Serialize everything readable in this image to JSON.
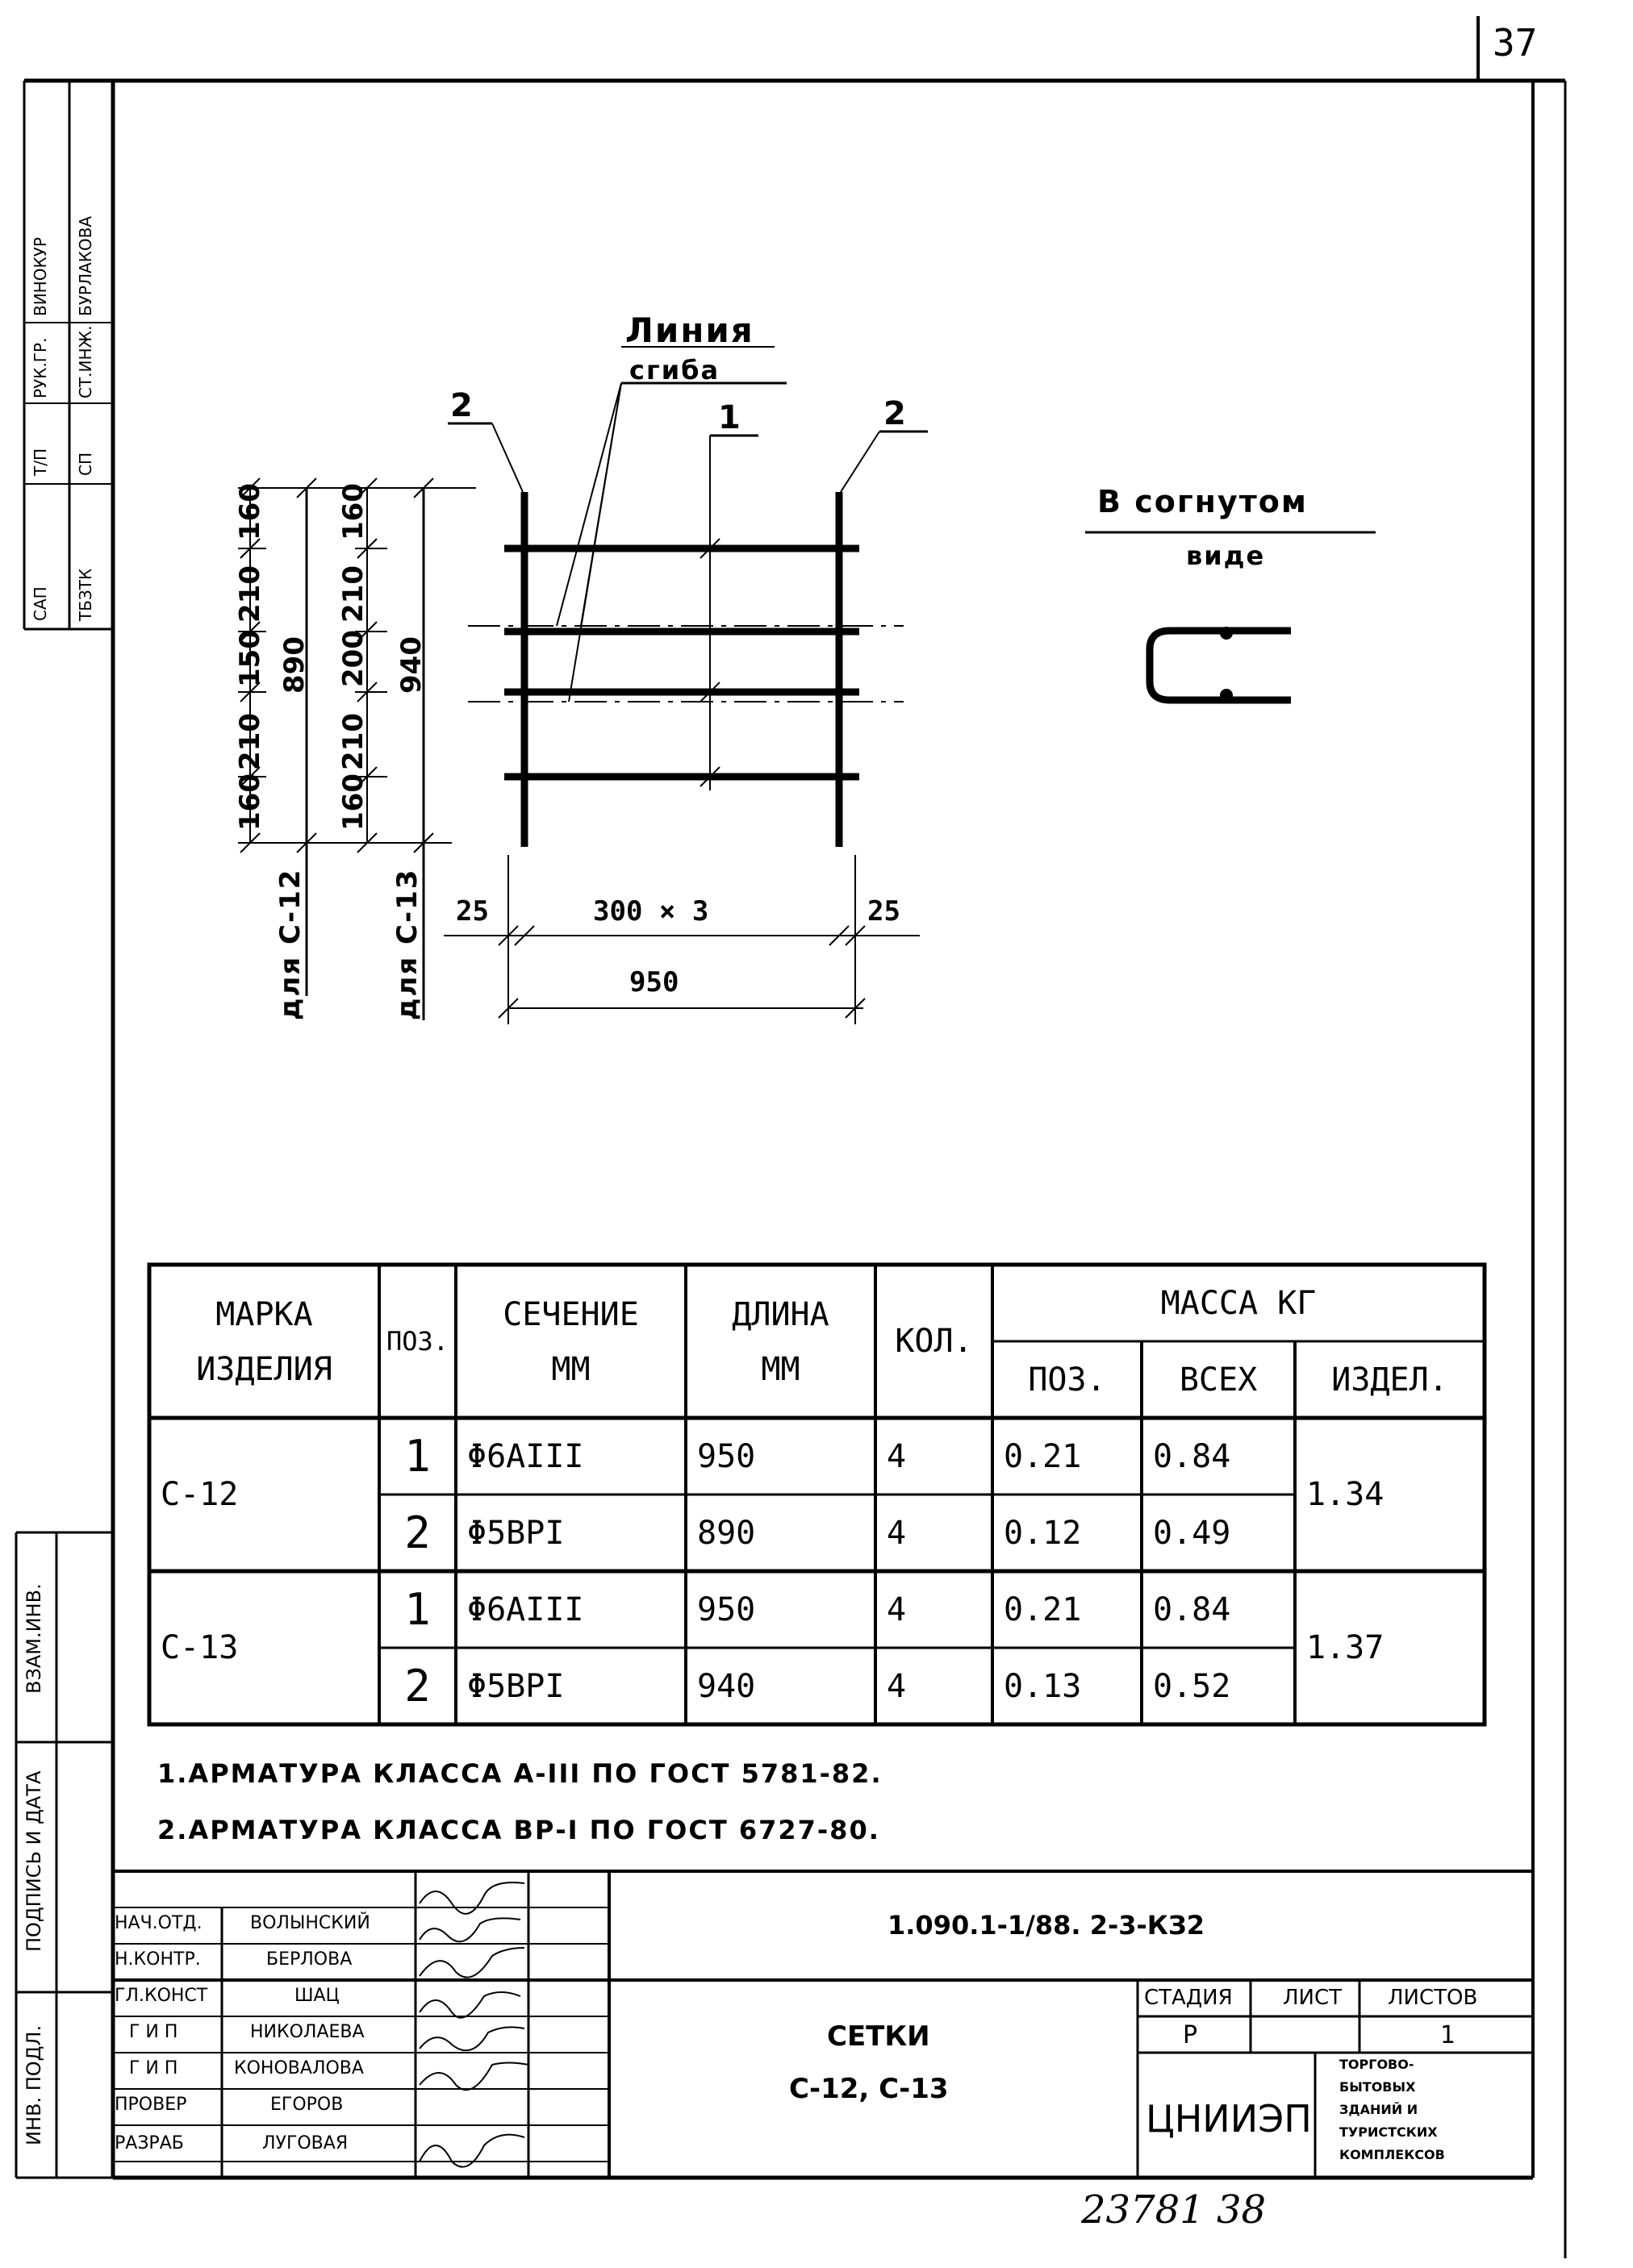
{
  "page": {
    "number": "37",
    "bottom_stamp": "23781  38"
  },
  "side_stamp": {
    "row1": [
      "САП",
      "Т/П",
      "РУК.ГР.",
      "ВИНОКУР"
    ],
    "row2": [
      "ТБЗТК",
      "СП",
      "СТ.ИНЖ.",
      "БУРЛАКОВА"
    ]
  },
  "side_labels": [
    "ВЗАМ.ИНВ.",
    "ПОДПИСЬ И ДАТА",
    "ИНВ. ПОДЛ."
  ],
  "drawing": {
    "bend_line_label": [
      "Линия",
      "сгиба"
    ],
    "bent_view_label": [
      "В согнутом",
      "виде"
    ],
    "pos_label_1": "1",
    "pos_label_2a": "2",
    "pos_label_2b": "2",
    "dims_c12": [
      "160",
      "210",
      "150",
      "210",
      "160"
    ],
    "dims_c13": [
      "160",
      "210",
      "200",
      "210",
      "160"
    ],
    "total_c12": "890",
    "total_c13": "940",
    "for_c12": "для С-12",
    "for_c13": "для С-13",
    "dim_left": "25",
    "dim_mid": "300 × 3",
    "dim_right": "25",
    "dim_total": "950"
  },
  "table": {
    "headers": {
      "mark": [
        "МАРКА",
        "ИЗДЕЛИЯ"
      ],
      "pos": "ПОЗ.",
      "section": [
        "СЕЧЕНИЕ",
        "ММ"
      ],
      "length": [
        "ДЛИНА",
        "ММ"
      ],
      "qty": "КОЛ.",
      "mass": "МАССА КГ",
      "mass_pos": "ПОЗ.",
      "mass_all": "ВСЕХ",
      "mass_item": "ИЗДЕЛ."
    },
    "rows": [
      {
        "mark": "С-12",
        "pos": "1",
        "section": "Φ6AIII",
        "length": "950",
        "qty": "4",
        "mass_pos": "0.21",
        "mass_all": "0.84",
        "mass_item": "1.34"
      },
      {
        "mark": "",
        "pos": "2",
        "section": "Φ5BPI",
        "length": "890",
        "qty": "4",
        "mass_pos": "0.12",
        "mass_all": "0.49",
        "mass_item": ""
      },
      {
        "mark": "С-13",
        "pos": "1",
        "section": "Φ6AIII",
        "length": "950",
        "qty": "4",
        "mass_pos": "0.21",
        "mass_all": "0.84",
        "mass_item": "1.37"
      },
      {
        "mark": "",
        "pos": "2",
        "section": "Φ5BPI",
        "length": "940",
        "qty": "4",
        "mass_pos": "0.13",
        "mass_all": "0.52",
        "mass_item": ""
      }
    ]
  },
  "notes": [
    "1.АРМАТУРА КЛАССА А-III ПО ГОСТ 5781-82.",
    "2.АРМАТУРА КЛАССА ВР-I ПО ГОСТ 6727-80."
  ],
  "title_block": {
    "code": "1.090.1-1/88. 2-3-КЗ2",
    "signers": [
      {
        "role": "НАЧ.ОТД.",
        "name": "ВОЛЫНСКИЙ"
      },
      {
        "role": "Н.КОНТР.",
        "name": "БЕРЛОВА"
      },
      {
        "role": "ГЛ.КОНСТ",
        "name": "ШАЦ"
      },
      {
        "role": "Г И П",
        "name": "НИКОЛАЕВА"
      },
      {
        "role": "Г И П",
        "name": "КОНОВАЛОВА"
      },
      {
        "role": "ПРОВЕР",
        "name": "ЕГОРОВ"
      },
      {
        "role": "РАЗРАБ",
        "name": "ЛУГОВАЯ"
      }
    ],
    "title": [
      "СЕТКИ",
      "С-12, С-13"
    ],
    "stage_label": "СТАДИЯ",
    "sheet_label": "ЛИСТ",
    "sheets_label": "ЛИСТОВ",
    "stage": "Р",
    "sheet": "",
    "sheets": "1",
    "org": "ЦНИИЭП",
    "org_desc": [
      "ТОРГОВО-",
      "БЫТОВЫХ",
      "ЗДАНИЙ И",
      "ТУРИСТСКИХ",
      "КОМПЛЕКСОВ"
    ]
  }
}
